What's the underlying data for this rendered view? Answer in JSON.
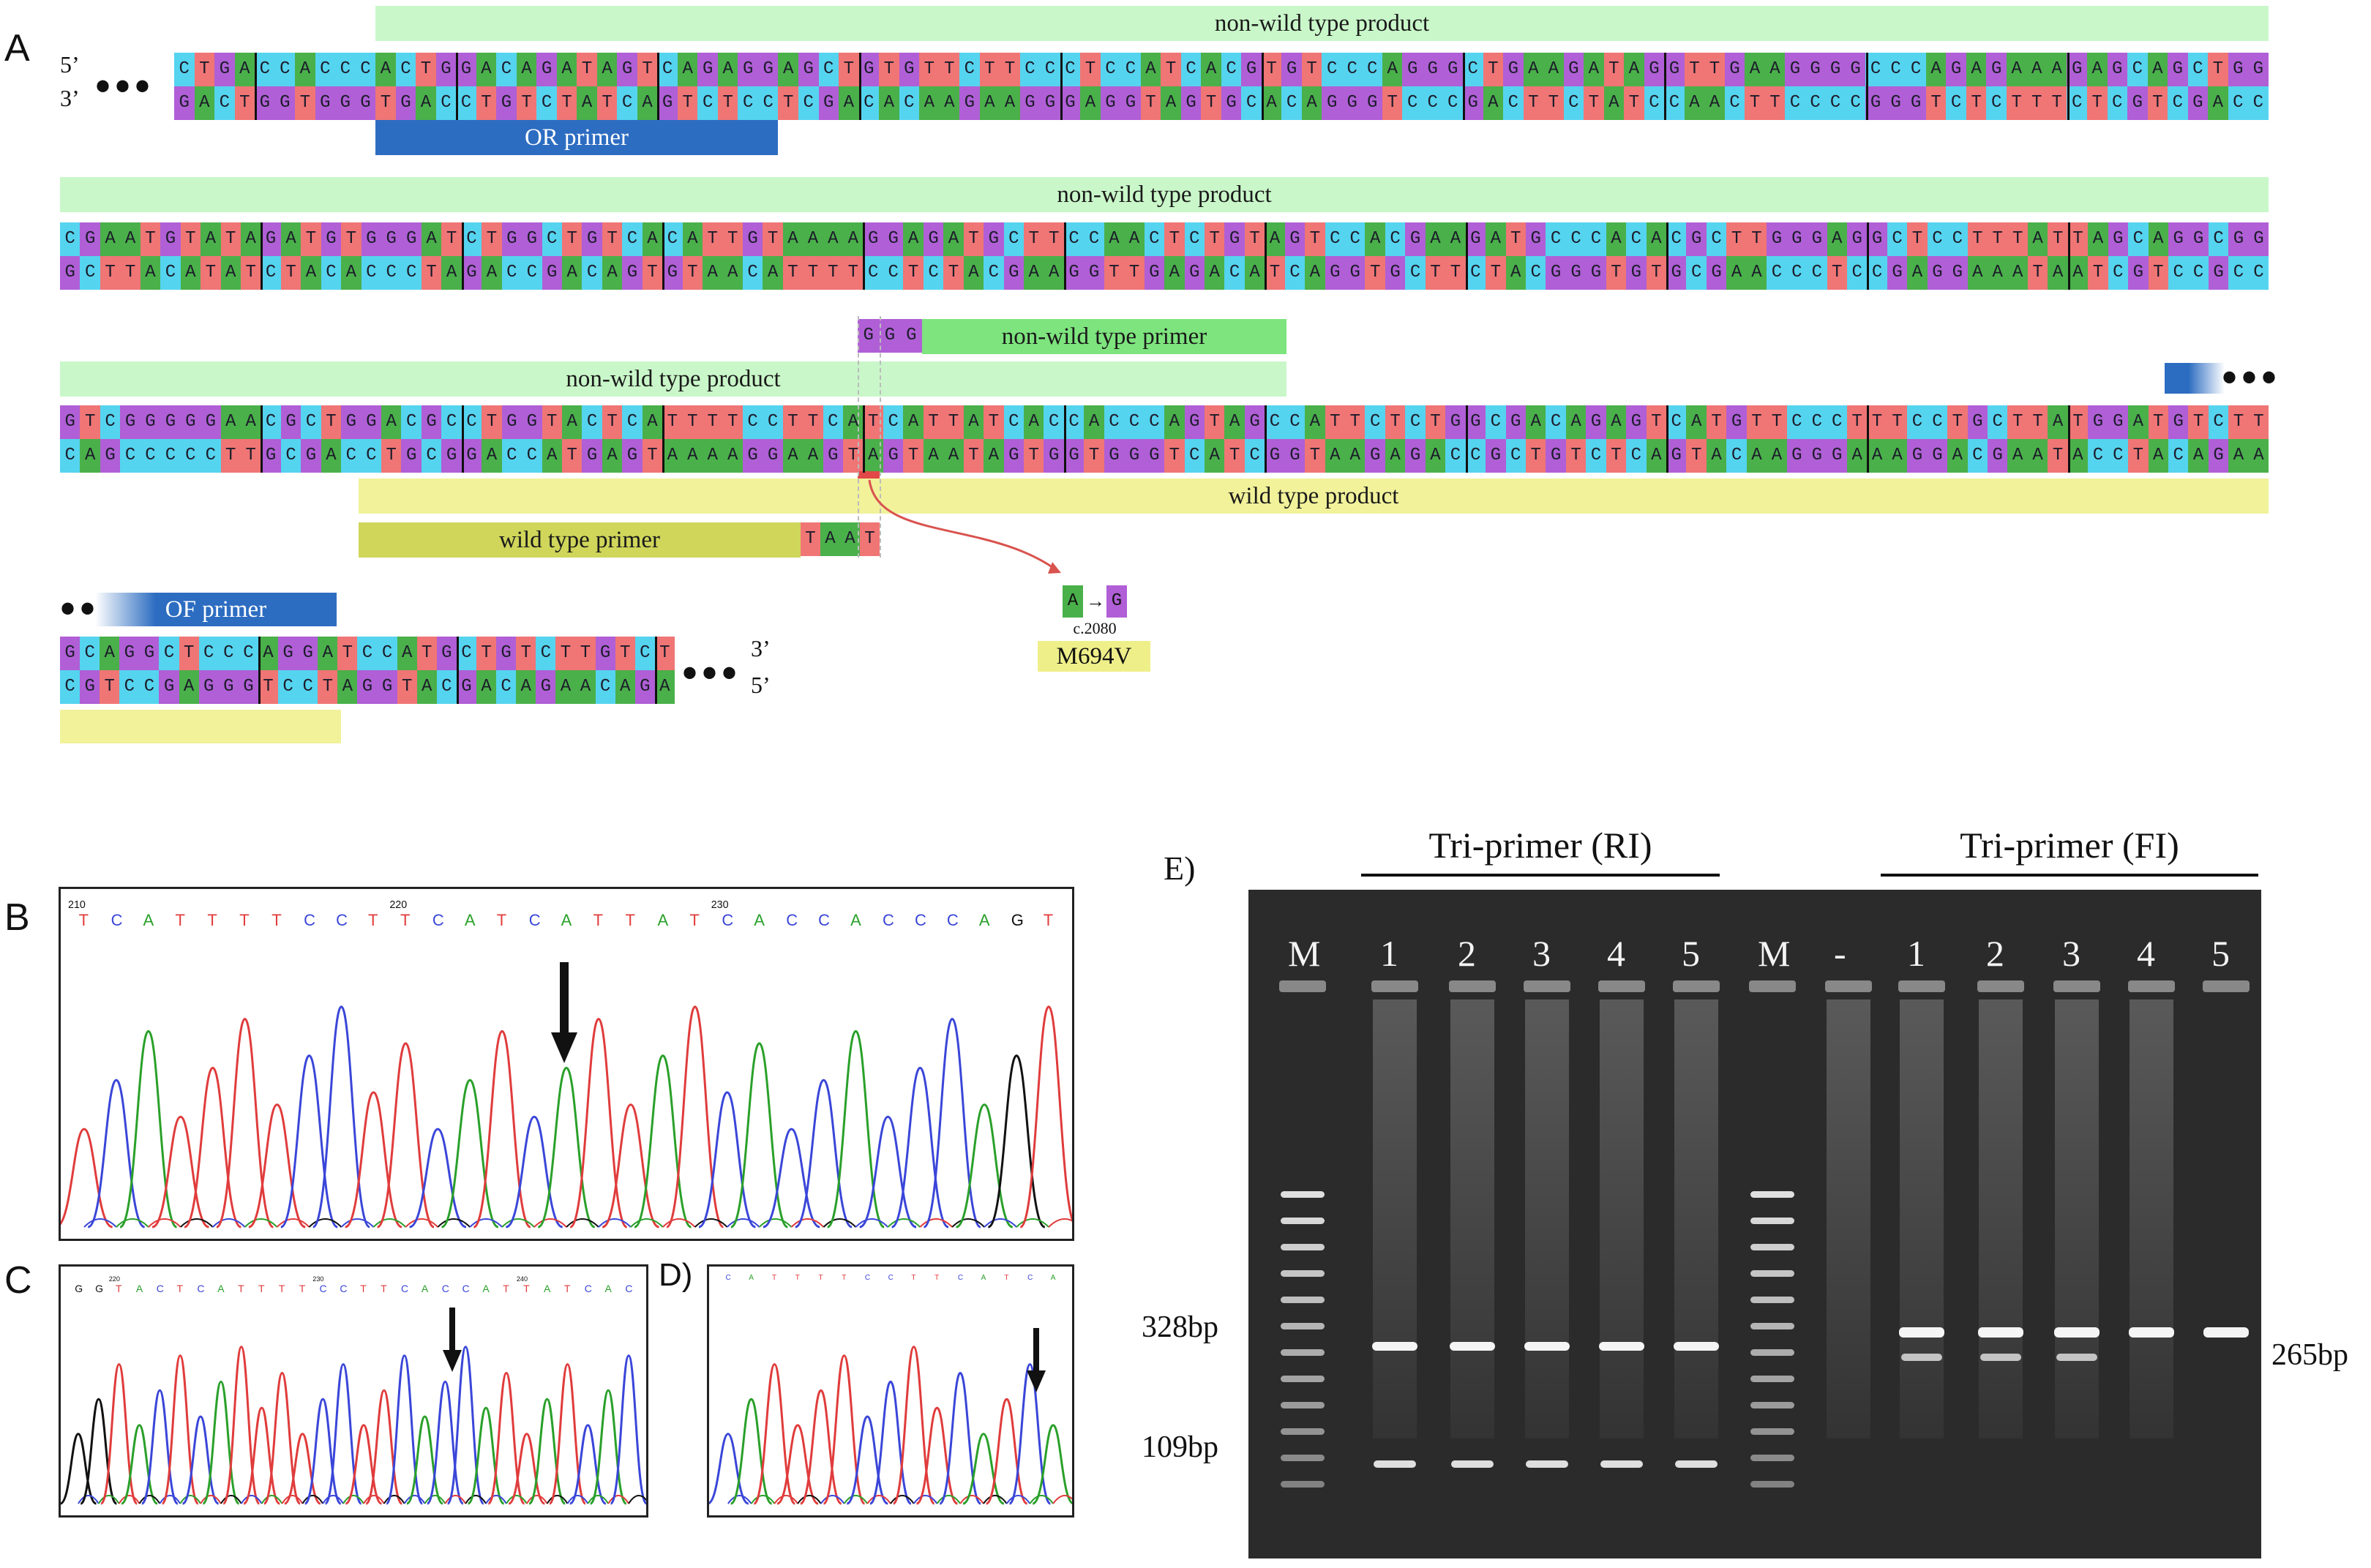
{
  "panel_labels": {
    "a": "A",
    "b": "B",
    "c": "C",
    "d": "D)",
    "e": "E)"
  },
  "panelA": {
    "row1": {
      "five_prime": "5’",
      "three_prime": "3’",
      "top": "CTGACCACCCACTGGACAGATAGTCAGAGGAGCTGTGTTCTTCCCTCCATCACGTGTCCCAGGGCTGAAGATAGGTTGAAGGGGCCCAGAGAAAGAGCAGCTGG",
      "bottom": "GACTGGTGGGTGACCTGTCTATCAGTCTCCTCGACACAAGAAGGGAGGTAGTGCACAGGGTCCCGACTTCTATCCAACTTCCCCGGGTCTCTTTCTCGTCGACC",
      "product": "non-wild type product",
      "primer": "OR primer"
    },
    "row2": {
      "top": "CGAATGTATAGATGTGGGATCTGGCTGTCACATTGTAAAAGGAGATGCTTCCAACTCTGTAGTCCACGAAGATGCCCACACGCTTGGGAGGCTCCTTTATTAGCAGGCGG",
      "bottom": "GCTTACATATCTACACCCTAGACCGACAGTGTAACATTTTCCTCTACGAAGGTTGAGACATCAGGTGCTTCTACGGGTGTGCGAACCCTCCGAGGAAATAATCGTCCGCC",
      "product": "non-wild type product"
    },
    "row3": {
      "top": "GTCGGGGGAACGCTGGACGCCTGGTACTCATTTTCCTTCATCATTATCACCACCCAGTAGCCATTCTCTGGCGACAGAGTCATGTTCCCTTTCCTGCTTATGGATGTCTT",
      "bottom": "CAGCCCCCTTGCGACCTGCGGACCATGAGTAAAAGGAAGTAGTAATAGTGGTGGGTCATCGGTAAGAGACCGCTGTCTCAGTACAAGGGAAAGGACGAATACCTACAGAA",
      "nwt_primer_bases": "GGG",
      "nwt_primer": "non-wild type primer",
      "product": "non-wild type product",
      "wt_product": "wild type product",
      "wt_primer": "wild type primer",
      "wt_primer_bases": "TAAT",
      "mutation": {
        "from": "A",
        "to": "G",
        "arrow": "→",
        "position": "c.2080",
        "name": "M694V"
      }
    },
    "row4": {
      "primer": "OF primer",
      "top": "GCAGGCTCCCAGGATCCATGCTGTCTTGTCT",
      "bottom": "CGTCCGAGGGTCCTAGGTACGACAGAACAGA",
      "three_prime": "3’",
      "five_prime": "5’"
    }
  },
  "panelB": {
    "sequence": "TCATTTTCCTTCATCATTATCACCACCCAGT",
    "positions": [
      "210",
      "220",
      "230"
    ]
  },
  "panelC": {
    "lead": "GG",
    "sequence": "TACTCATTTTCCTTCACCATTATCAC",
    "positions": [
      "220",
      "230",
      "240"
    ]
  },
  "panelD": {
    "sequence": "CATTTTCCTTCATCA"
  },
  "panelE": {
    "group_rl": "Tri-primer (RI)",
    "group_fl": "Tri-primer (FI)",
    "lanes": [
      "M",
      "1",
      "2",
      "3",
      "4",
      "5",
      "M",
      "-",
      "1",
      "2",
      "3",
      "4",
      "5"
    ],
    "bands_left": [
      "328bp",
      "109bp"
    ],
    "bands_right": [
      "265bp"
    ]
  },
  "colors": {
    "A": "#4ab04a",
    "C": "#55d4ef",
    "G": "#b05fd6",
    "T": "#f07575"
  }
}
